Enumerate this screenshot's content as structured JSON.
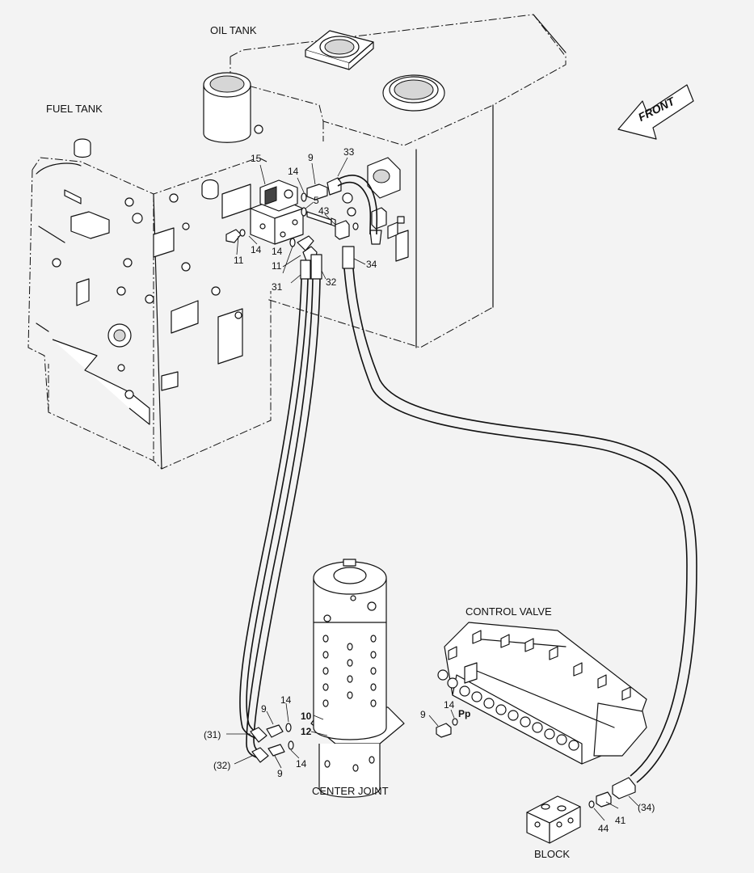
{
  "labels": {
    "oil_tank": "OIL TANK",
    "fuel_tank": "FUEL TANK",
    "front": "FRONT",
    "control_valve": "CONTROL VALVE",
    "center_joint": "CENTER JOINT",
    "block": "BLOCK"
  },
  "callouts": {
    "c15": "15",
    "c9a": "9",
    "c33": "33",
    "c14a": "14",
    "c5": "5",
    "c43": "43",
    "c11a": "11",
    "c14b": "14",
    "c14c": "14",
    "c11b": "11",
    "c34": "34",
    "c31": "31",
    "c32": "32",
    "c9b": "9",
    "c14d": "14",
    "c10": "10",
    "c12": "12",
    "c31p": "(31)",
    "c32p": "(32)",
    "c14e": "14",
    "c9c": "9",
    "c14f": "14",
    "c9d": "9",
    "cPp": "Pp",
    "c34p": "(34)",
    "c41": "41",
    "c44": "44"
  },
  "colors": {
    "line": "#111111",
    "background": "#f3f3f3",
    "shade": "#d6d6d6"
  }
}
